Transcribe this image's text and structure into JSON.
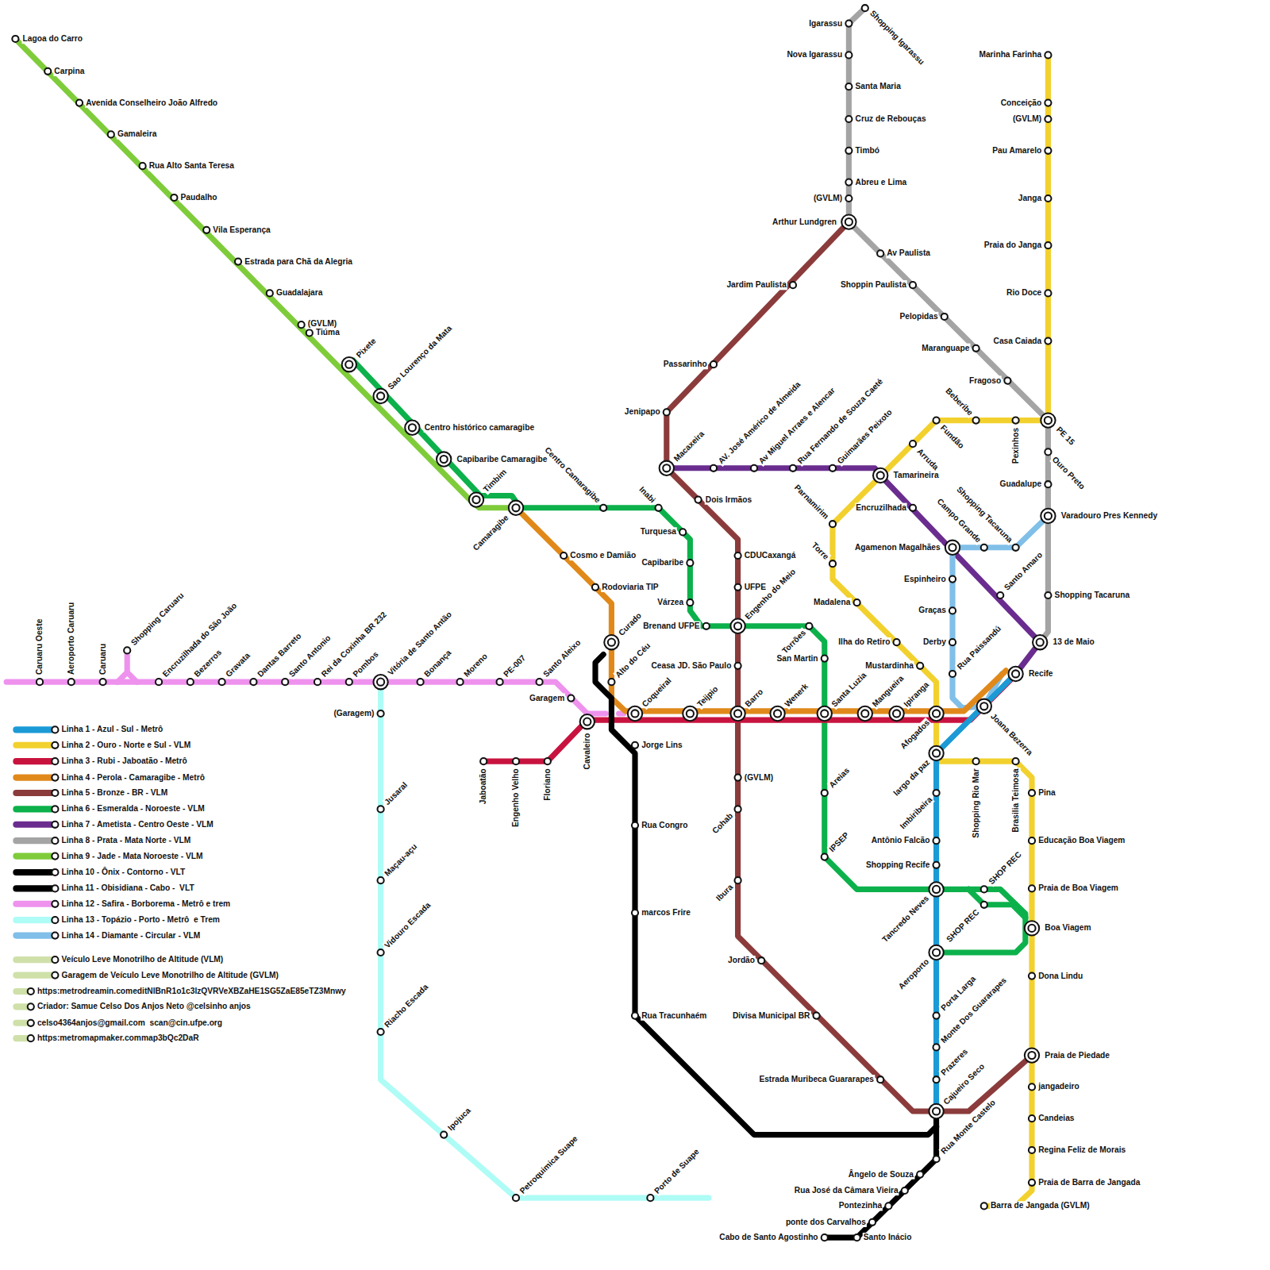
{
  "diagram": {
    "labels": [
      "Lagoa do Carro",
      "Carpina",
      "Avenida Conselheiro João Alfredo",
      "Gamaleira",
      "Rua Alto Santa Teresa",
      "Paudalho",
      "Vila Esperança",
      "Estrada para Chã da Alegria",
      "Guadalajara",
      "(GVLM)",
      "Tiúma",
      "Pixete",
      "Sao Lourenço da Mata",
      "Centro histórico camaragibe",
      "Capibaribe Camaragibe",
      "Timbim",
      "Camaragibe",
      "Centro Camaragibe",
      "Inabi",
      "Turquesa",
      "Capibaribe",
      "Várzea",
      "Brenand UFPE",
      "Engenho do Meio",
      "Torrões",
      "San Martin",
      "Santa Luzia",
      "Areias",
      "IPSEP",
      "Tancredo Neves",
      "SHOP REC",
      "SHOP REC",
      "Boa Viagem",
      "Aeroporto",
      "Cosmo e Damião",
      "Rodoviaria TIP",
      "Curado",
      "Alto do Céu",
      "Coqueiral",
      "Teijpio",
      "Barro",
      "Wenerk",
      "Mangueira",
      "Ipiranga",
      "Afogados",
      "Joana Bezerra",
      "Recife",
      "Jaboatão",
      "Engenho Velho",
      "Floriano",
      "Cavaleiro",
      "Caruaru Oeste",
      "Aeroporto Caruaru",
      "Caruaru",
      "Shopping Caruaru",
      "Encruzilhada do São João",
      "Bezerros",
      "Gravata",
      "Dantas Barreto",
      "Santo Antonio",
      "Rei da Coxinha BR 232",
      "Pombos",
      "Vitória de Santo Antão",
      "Bonança",
      "Moreno",
      "PE-007",
      "Santo Aleixo",
      "Garagem",
      "(Garagem)",
      "Jusaral",
      "Maçau-açu",
      "Vidouro Escada",
      "Riacho Escada",
      "Ipojuca",
      "Petroquimica Suape",
      "Porto de Suape",
      "Jorge Lins",
      "Rua Congro",
      "marcos Frire",
      "Rua Tracunhaém",
      "Rua Monte Castelo",
      "Ângelo de Souza",
      "Rua José da Câmara Vieira",
      "Pontezinha",
      "ponte dos Carvalhos",
      "Santo Inácio",
      "Cabo de Santo Agostinho",
      "Jardim Paulista",
      "Passarinho",
      "Jenipapo",
      "Macaxeira",
      "Dois Irmãos",
      "CDUCaxangá",
      "UFPE",
      "Ceasa JD. São Paulo",
      "(GVLM)",
      "Cohab",
      "Ibura",
      "Jordão",
      "Divisa Municipal BR",
      "Estrada Muribeca Guararapes",
      "Cajueiro Seco",
      "AV. José Américo de Almeida",
      "Av Miguel Arraes e Alencar",
      "Rua Fernando de Souza Caeté",
      "Guimarães Peixoto",
      "Tamarineira",
      "Encruzilhada",
      "Agamenon Magalhães",
      "Santo Amaro",
      "13 de Maio",
      "Shopping Igarassu",
      "Igarassu",
      "Nova Igarassu",
      "Santa Maria",
      "Cruz de Rebouças",
      "Timbó",
      "Abreu e Lima",
      "(GVLM)",
      "Arthur Lundgren",
      "Av Paulista",
      "Shoppin Paulista",
      "Pelopidas",
      "Maranguape",
      "Fragoso",
      "PE 15",
      "Ouro Preto",
      "Guadalupe",
      "Varadouro Pres Kennedy",
      "Shopping Tacaruna",
      "Marinha Farinha",
      "Conceição",
      "(GVLM)",
      "Pau Amarelo",
      "Janga",
      "Praia do Janga",
      "Rio Doce",
      "Casa Caiada",
      "Pexinhos",
      "Beberibe",
      "Fundão",
      "Arruda",
      "Parnamirim",
      "Torre",
      "Madalena",
      "Ilha do Retiro",
      "Mustardinha",
      "largo da paz",
      "Shopping Rio Mar",
      "Brasilia Teimosa",
      "Pina",
      "Educação Boa Viagem",
      "Praia de Boa Viagem",
      "Dona Lindu",
      "Praia de Piedade",
      "jangadeiro",
      "Candeias",
      "Regina Feliz de Morais",
      "Praia de Barra de Jangada",
      "Barra de Jangada (GVLM)",
      "Imbiribeira",
      "Antônio Falcão",
      "Shopping Recife",
      "Porta Larga",
      "Monte Dos Guararapes",
      "Prazeres",
      "Campo Grande",
      "Shopping Tacaruna",
      "Espinheiro",
      "Graças",
      "Derby",
      "Rua Paissandú"
    ],
    "legend": [
      {
        "text": "Linha 1 - Azul - Sul - Metrô",
        "color": "#1b9ad6"
      },
      {
        "text": "Linha 2 - Ouro - Norte e Sul - VLM",
        "color": "#f2d12e"
      },
      {
        "text": "Linha 3 - Rubi - Jaboatão - Metrô",
        "color": "#c8133f"
      },
      {
        "text": "Linha 4 - Perola - Camaragibe - Metrô",
        "color": "#e0891a"
      },
      {
        "text": "Linha 5 - Bronze - BR - VLM",
        "color": "#8b3b3b"
      },
      {
        "text": "Linha 6 - Esmeralda - Noroeste - VLM",
        "color": "#0cb14b"
      },
      {
        "text": "Linha 7 - Ametista - Centro Oeste - VLM",
        "color": "#6a2d8f"
      },
      {
        "text": "Linha 8 - Prata - Mata Norte - VLM",
        "color": "#a4a4a4"
      },
      {
        "text": "Linha 9 - Jade - Mata Noroeste - VLM",
        "color": "#7fcc3b"
      },
      {
        "text": "Linha 10 - Ônix - Contorno - VLT",
        "color": "#000000"
      },
      {
        "text": "Linha 11 - Obisidiana - Cabo -  VLT",
        "color": "#000000"
      },
      {
        "text": "Linha 12 - Safira - Borborema - Metrô e trem",
        "color": "#ee92ee"
      },
      {
        "text": "Linha 13 - Topázio - Porto - Metrô  e Trem",
        "color": "#aefcf6"
      },
      {
        "text": "Linha 14 - Diamante - Circular - VLM",
        "color": "#80bfe8"
      },
      {
        "text": "Veículo Leve Monotrilho de Altitude (VLM)",
        "color": "#cfe0a9"
      },
      {
        "text": "Garagem de Veículo Leve Monotrilho de Altitude (GVLM)",
        "color": "#cfe0a9"
      },
      {
        "text": "https:metrodreamin.comeditNlBnR1o1c3lzQVRVeXBZaHE1SG5ZaE85eTZ3Mnwy",
        "color": "#cfe0a9"
      },
      {
        "text": "Criador: Samue Celso Dos Anjos Neto @celsinho anjos",
        "color": "#cfe0a9"
      },
      {
        "text": "celso4364anjos@gmail.com  scan@cin.ufpe.org",
        "color": "#cfe0a9"
      },
      {
        "text": "https:metromapmaker.commap3bQc2DaR",
        "color": "#cfe0a9"
      }
    ]
  }
}
